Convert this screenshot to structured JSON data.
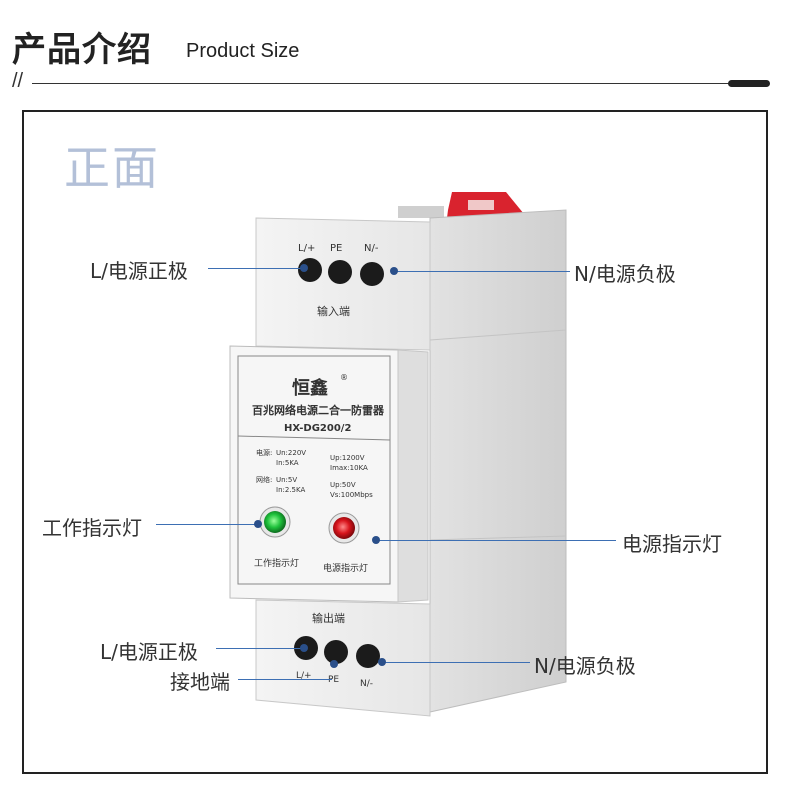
{
  "header": {
    "title_cn": "产品介绍",
    "title_en": "Product Size",
    "slash": "//"
  },
  "view_label": "正面",
  "device": {
    "brand": "恒鑫",
    "registered": "®",
    "product_name": "百兆网络电源二合一防雷器",
    "model": "HX-DG200/2",
    "specs": {
      "power_label": "电源:",
      "power_un": "Un:220V",
      "power_in": "In:5KA",
      "power_up": "Up:1200V",
      "power_imax": "Imax:10KA",
      "net_label": "网络:",
      "net_un": "Un:5V",
      "net_in": "In:2.5KA",
      "net_up": "Up:50V",
      "net_vs": "Vs:100Mbps"
    },
    "top_terminals": {
      "l": "L/+",
      "pe": "PE",
      "n": "N/-",
      "caption": "输入端"
    },
    "bottom_terminals": {
      "caption": "输出端",
      "l": "L/+",
      "pe": "PE",
      "n": "N/-"
    },
    "work_light_text": "工作指示灯",
    "power_light_text": "电源指示灯"
  },
  "callouts": {
    "top_left": "L/电源正极",
    "top_right": "N/电源负极",
    "work_indicator": "工作指示灯",
    "power_indicator": "电源指示灯",
    "bottom_left": "L/电源正极",
    "ground": "接地端",
    "bottom_right": "N/电源负极"
  },
  "colors": {
    "accent_line": "#3d6fb3",
    "green_led": "#1fc23c",
    "red_led": "#d8141c",
    "din_clip": "#d9232e",
    "view_label": "#b3c0d8"
  }
}
